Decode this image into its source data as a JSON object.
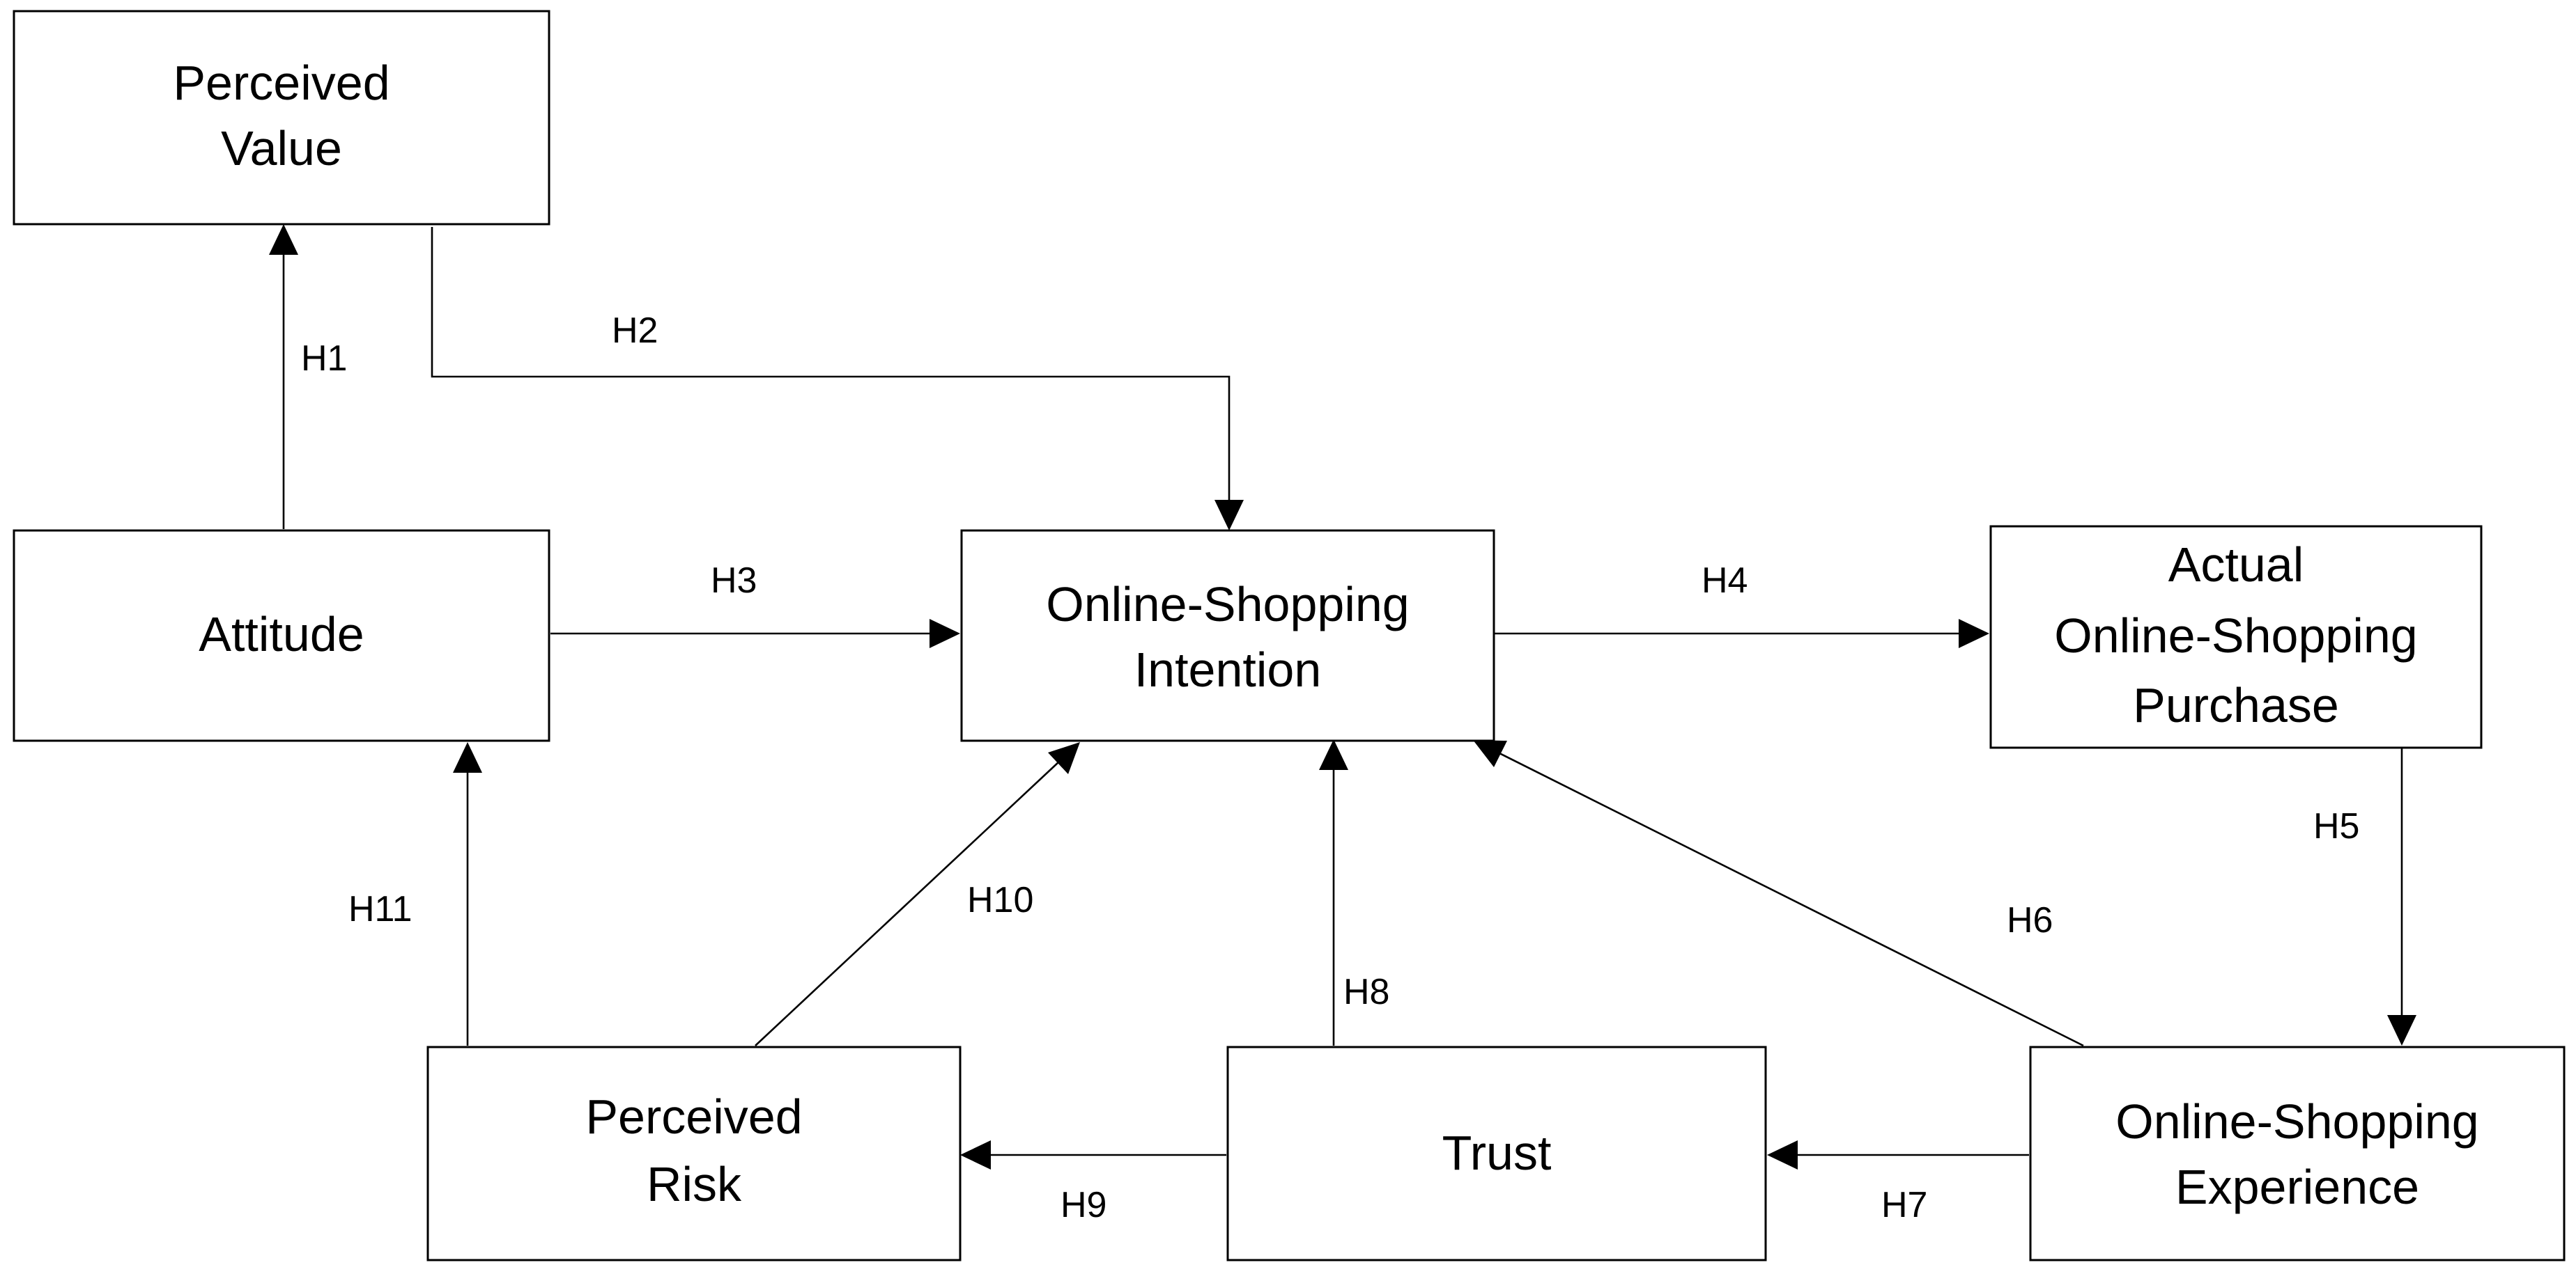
{
  "nodes": {
    "perceived_value": {
      "lines": [
        "Perceived",
        "Value"
      ]
    },
    "attitude": {
      "lines": [
        "Attitude"
      ]
    },
    "intention": {
      "lines": [
        "Online-Shopping",
        "Intention"
      ]
    },
    "actual_purchase": {
      "lines": [
        "Actual",
        "Online-Shopping",
        "Purchase"
      ]
    },
    "perceived_risk": {
      "lines": [
        "Perceived",
        "Risk"
      ]
    },
    "trust": {
      "lines": [
        "Trust"
      ]
    },
    "experience": {
      "lines": [
        "Online-Shopping",
        "Experience"
      ]
    }
  },
  "edges": {
    "h1": {
      "label": "H1",
      "from": "attitude",
      "to": "perceived_value"
    },
    "h2": {
      "label": "H2",
      "from": "perceived_value",
      "to": "intention"
    },
    "h3": {
      "label": "H3",
      "from": "attitude",
      "to": "intention"
    },
    "h4": {
      "label": "H4",
      "from": "intention",
      "to": "actual_purchase"
    },
    "h5": {
      "label": "H5",
      "from": "actual_purchase",
      "to": "experience"
    },
    "h6": {
      "label": "H6",
      "from": "experience",
      "to": "intention"
    },
    "h7": {
      "label": "H7",
      "from": "experience",
      "to": "trust"
    },
    "h8": {
      "label": "H8",
      "from": "trust",
      "to": "intention"
    },
    "h9": {
      "label": "H9",
      "from": "trust",
      "to": "perceived_risk"
    },
    "h10": {
      "label": "H10",
      "from": "perceived_risk",
      "to": "intention"
    },
    "h11": {
      "label": "H11",
      "from": "perceived_risk",
      "to": "attitude"
    }
  }
}
